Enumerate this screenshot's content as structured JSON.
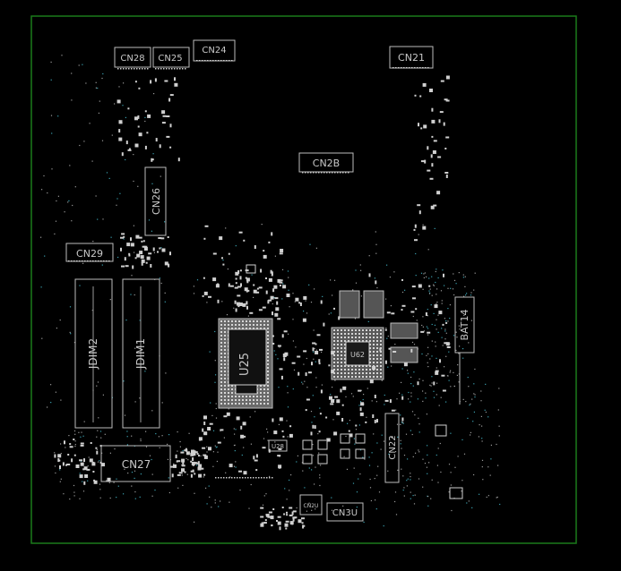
{
  "board": {
    "outline_color": "#1a7a1a",
    "component_color": "#cfcfcf",
    "background": "#000000"
  },
  "labels": {
    "cn28": "CN28",
    "cn25": "CN25",
    "cn24": "CN24",
    "cn21": "CN21",
    "cn2b": "CN2B",
    "cn26": "CN26",
    "cn29": "CN29",
    "jdim2": "JDIM2",
    "jdim1": "JDIM1",
    "u25": "U25",
    "u62": "U62",
    "bat14": "BAT14",
    "cn22": "CN22",
    "cn27": "CN27",
    "u28": "U28",
    "cn3u": "CN3U",
    "cn2u": "CN2U"
  }
}
